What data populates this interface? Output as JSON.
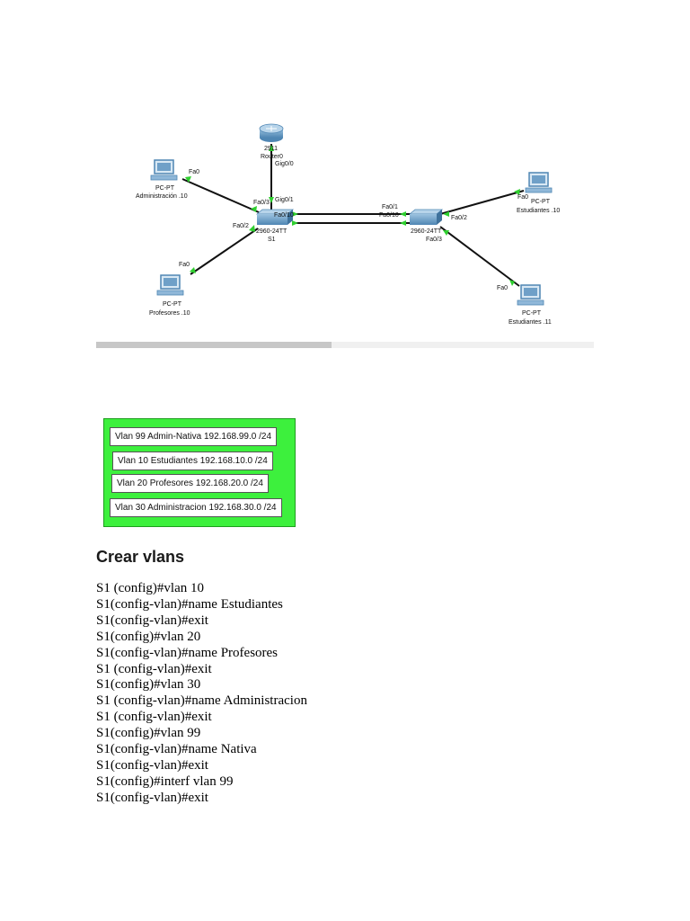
{
  "diagram": {
    "router": {
      "model": "2911",
      "name": "Router0",
      "port_down": "Gig0/0",
      "port_s1": "Gig0/1"
    },
    "s1": {
      "model": "2960-24TT",
      "name": "S1",
      "port_admin": "Fa0/3",
      "port_prof": "Fa0/2",
      "port_trunk": "Fa0/10"
    },
    "s2": {
      "model": "2960-24TT",
      "port_trunk_top": "Fa0/1",
      "port_trunk": "Fa0/10",
      "port_est10": "Fa0/2",
      "port_est11": "Fa0/3"
    },
    "pc_admin": {
      "type": "PC-PT",
      "name": "Administración .10",
      "port": "Fa0"
    },
    "pc_prof": {
      "type": "PC-PT",
      "name": "Profesores .10",
      "port": "Fa0"
    },
    "pc_est10": {
      "type": "PC-PT",
      "name": "Estudiantes .10",
      "port": "Fa0"
    },
    "pc_est11": {
      "type": "PC-PT",
      "name": "Estudiantes .11",
      "port": "Fa0"
    }
  },
  "vlans": [
    "Vlan 99 Admin-Nativa 192.168.99.0 /24",
    "Vlan 10 Estudiantes 192.168.10.0 /24",
    "Vlan 20 Profesores 192.168.20.0 /24",
    "Vlan 30 Administracion 192.168.30.0 /24"
  ],
  "section_title": "Crear vlans",
  "commands": [
    "S1 (config)#vlan 10",
    "S1(config-vlan)#name Estudiantes",
    "S1(config-vlan)#exit",
    "S1(config)#vlan 20",
    "S1(config-vlan)#name Profesores",
    "S1 (config-vlan)#exit",
    "S1(config)#vlan 30",
    "S1 (config-vlan)#name Administracion",
    "S1 (config-vlan)#exit",
    "S1(config)#vlan 99",
    "S1(config-vlan)#name Nativa",
    "S1(config-vlan)#exit",
    "S1(config)#interf vlan 99",
    "S1(config-vlan)#exit"
  ],
  "colors": {
    "vlan_box_bg": "#3df03d",
    "link_indicator": "#2fcf2f",
    "device_blue": "#5b8fb9"
  }
}
